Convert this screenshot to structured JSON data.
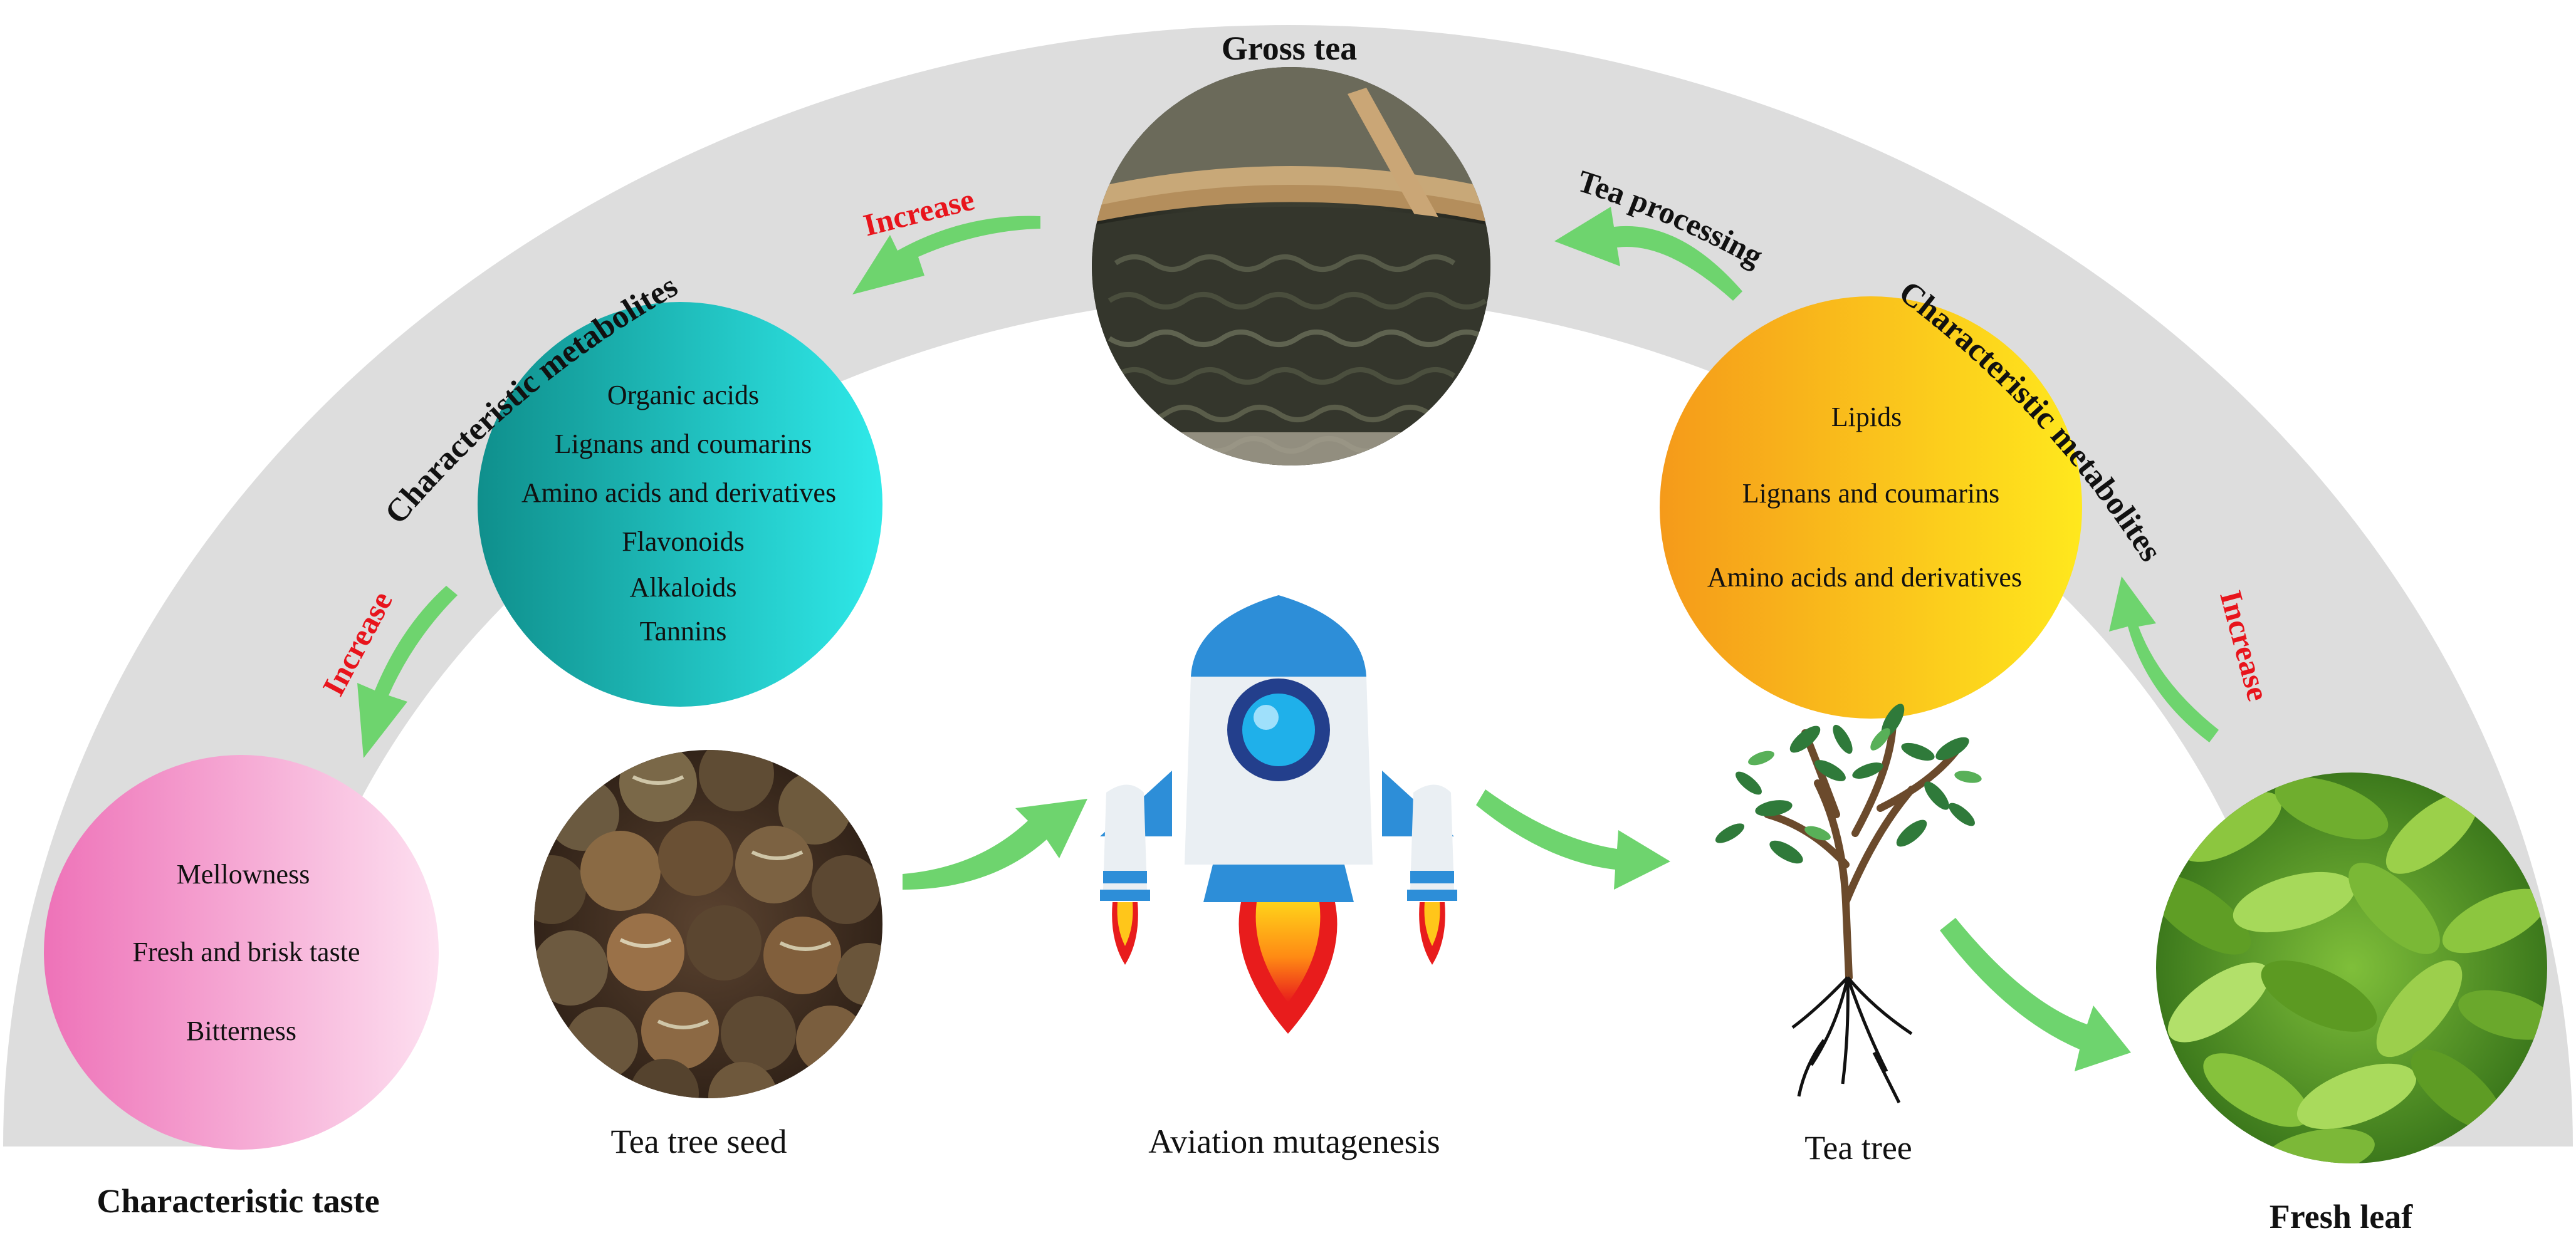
{
  "stages": {
    "gross_tea": "Gross tea",
    "fresh_leaf": "Fresh leaf",
    "characteristic_taste": "Characteristic taste",
    "tea_tree_seed": "Tea tree seed",
    "aviation_mutagenesis": "Aviation mutagenesis",
    "tea_tree": "Tea tree"
  },
  "arc_labels": {
    "left_metabolites": "Characteristic metabolites",
    "right_metabolites": "Characteristic metabolites",
    "tea_processing": "Tea processing",
    "increase_top": "Increase",
    "increase_left": "Increase",
    "increase_right": "Increase"
  },
  "left_metabolites_circle": {
    "items": [
      "Organic acids",
      "Lignans and coumarins",
      "Amino acids and derivatives",
      "Flavonoids",
      "Alkaloids",
      "Tannins"
    ]
  },
  "right_metabolites_circle": {
    "items": [
      "Lipids",
      "Lignans and coumarins",
      "Amino acids and derivatives"
    ]
  },
  "taste_circle": {
    "items": [
      "Mellowness",
      "Fresh and brisk taste",
      "Bitterness"
    ]
  },
  "colors": {
    "arc": "#dcdcdc",
    "arrow": "#6ed46e",
    "increase": "#e8141c",
    "teal_dark": "#119a96",
    "teal_light": "#2ee6e6",
    "orange": "#f7a21b",
    "yellow": "#ffe21a",
    "pink_dark": "#f07fbf",
    "pink_light": "#fbd3ea",
    "rocket_blue": "#2d8ed8",
    "rocket_navy": "#233f8c"
  },
  "icons": [
    "gross-tea-photo",
    "tea-tree-seed-photo",
    "fresh-leaf-photo",
    "rocket-icon",
    "tea-tree-icon"
  ]
}
